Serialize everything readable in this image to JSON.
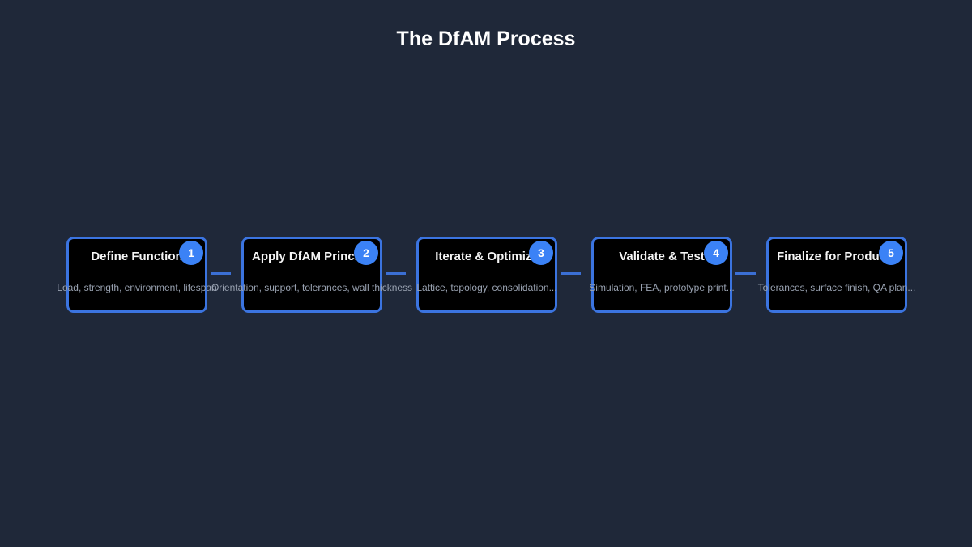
{
  "title": "The DfAM Process",
  "steps": [
    {
      "number": "1",
      "title": "Define Function",
      "description": "Load, strength, environment, lifespan"
    },
    {
      "number": "2",
      "title": "Apply DfAM Principles",
      "description": "Orientation, support, tolerances, wall thickness"
    },
    {
      "number": "3",
      "title": "Iterate & Optimize",
      "description": "Lattice, topology, consolidation..."
    },
    {
      "number": "4",
      "title": "Validate & Test",
      "description": "Simulation, FEA, prototype print..."
    },
    {
      "number": "5",
      "title": "Finalize for Production",
      "description": "Tolerances, surface finish, QA plan..."
    }
  ],
  "colors": {
    "background": "#1f2839",
    "card_fill": "#000000",
    "card_border": "#3b74e0",
    "badge": "#3b82f6",
    "connector": "#3b6fd4"
  }
}
